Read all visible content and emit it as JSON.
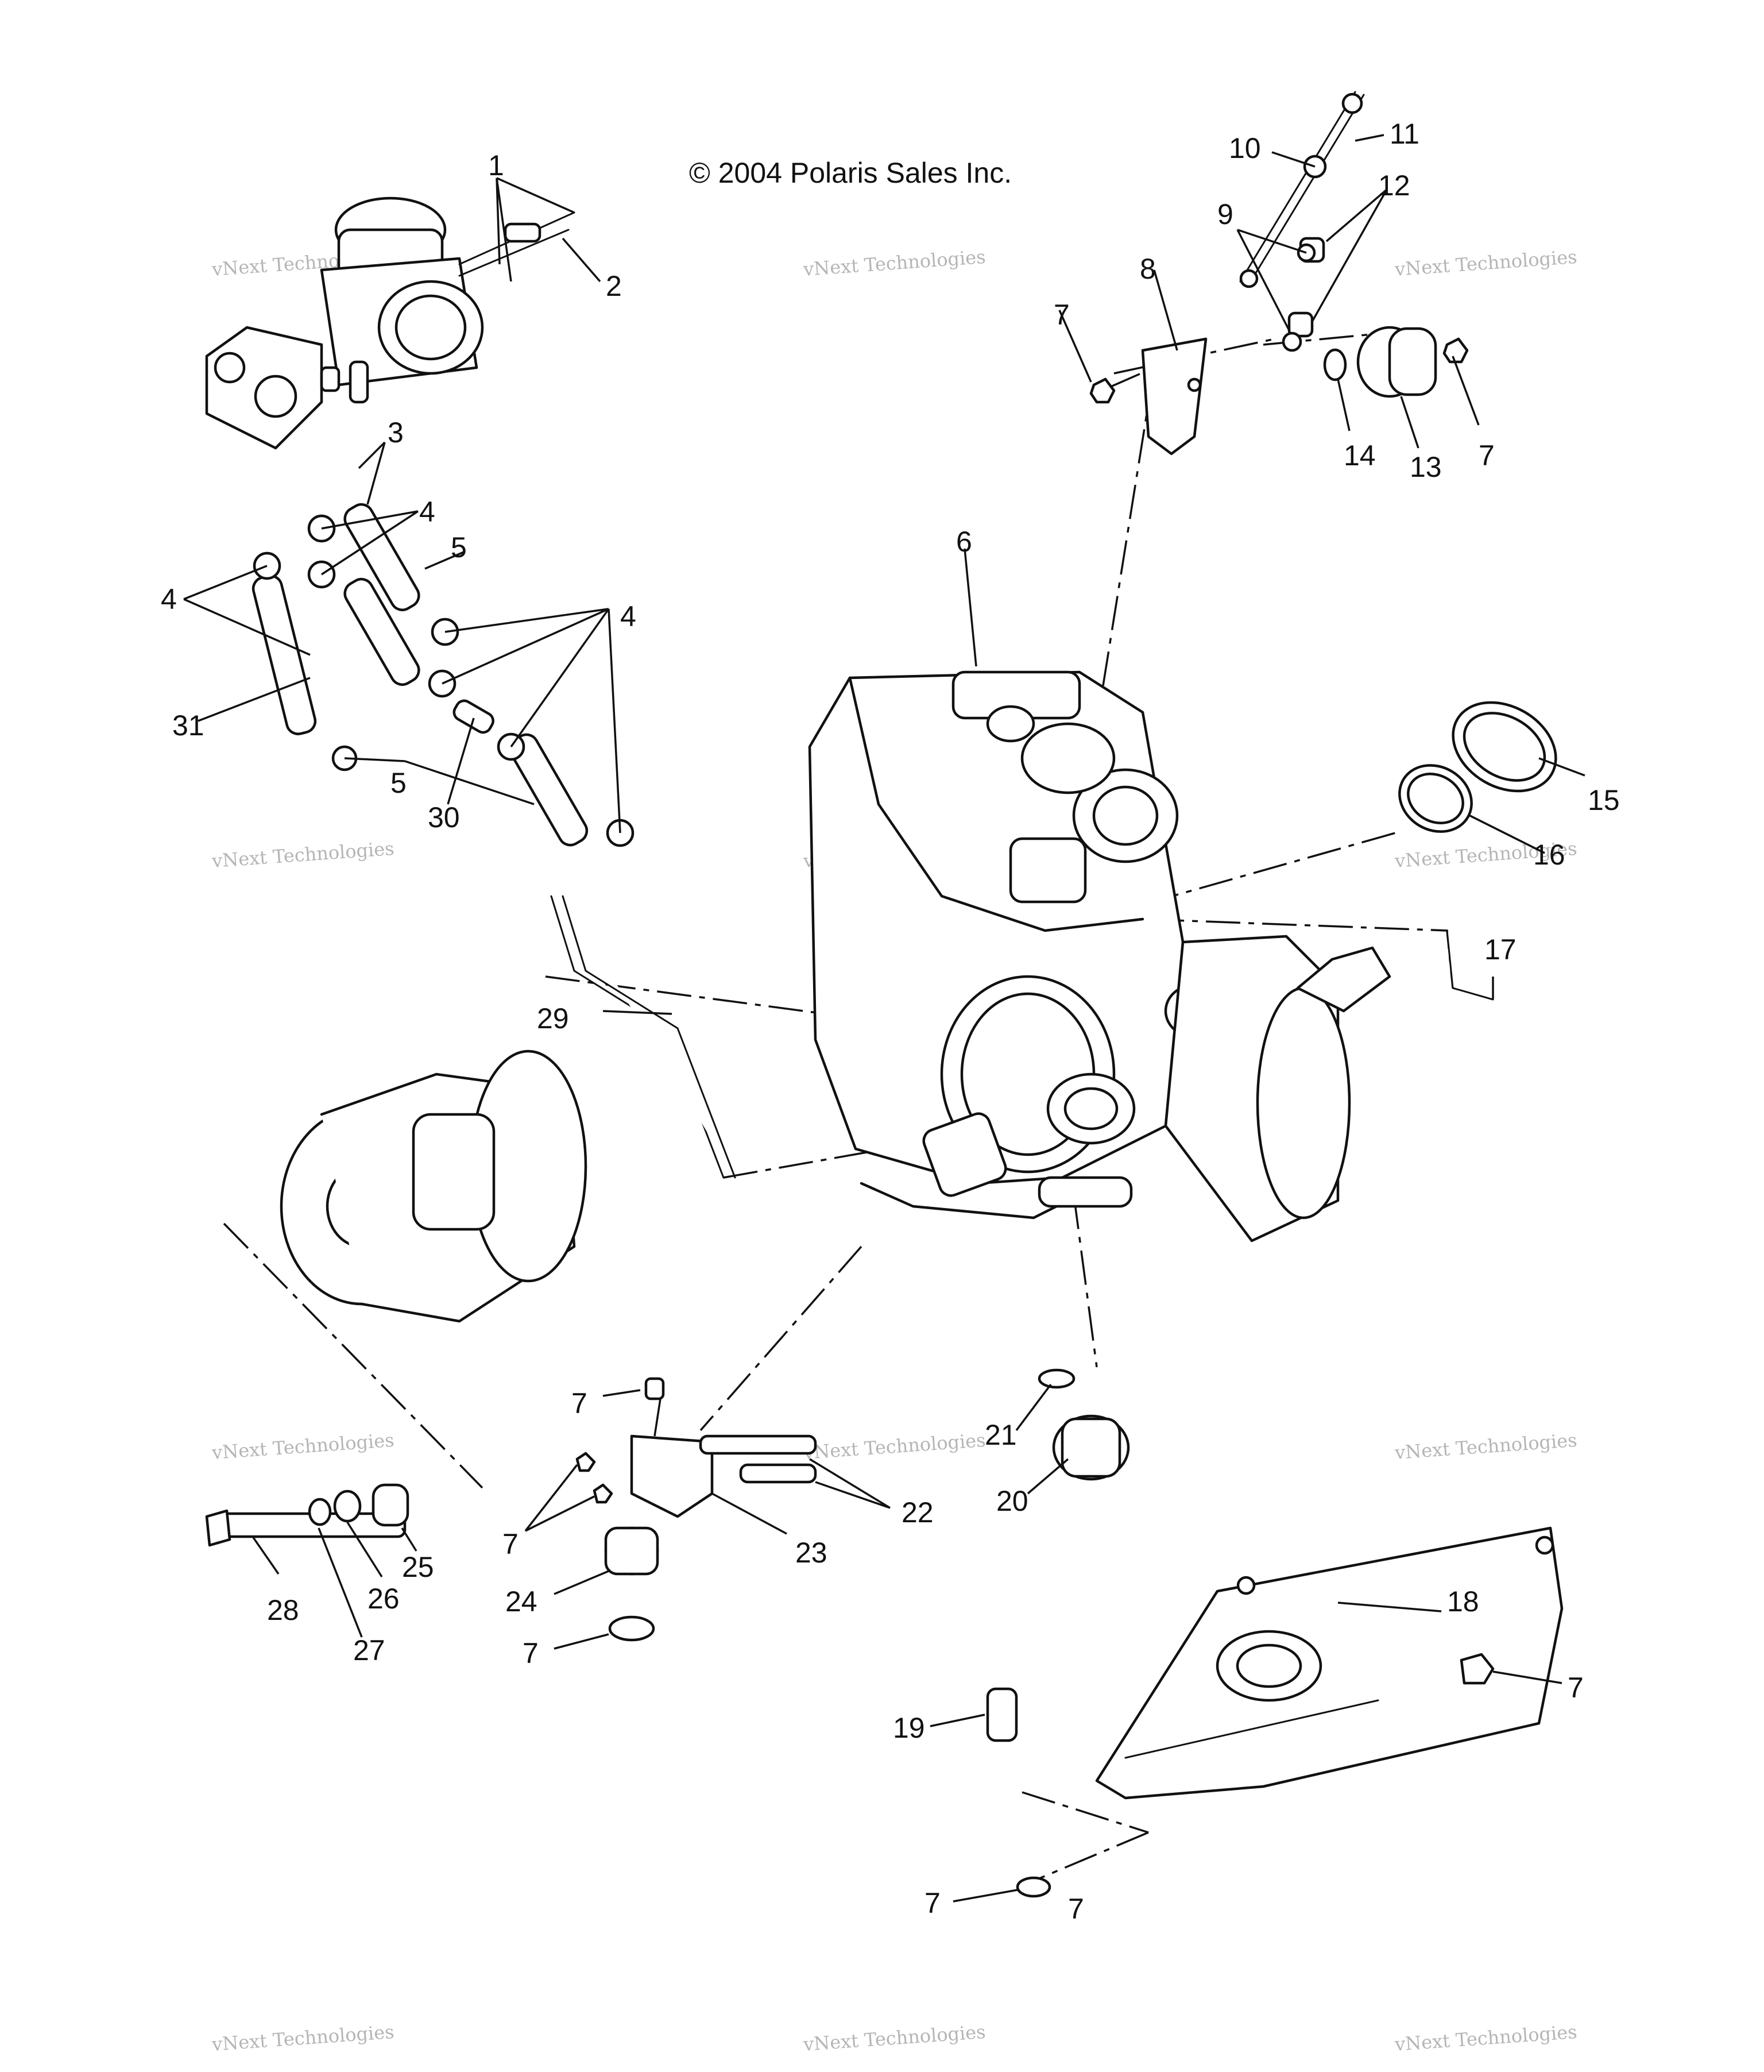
{
  "copyright": "© 2004 Polaris Sales Inc.",
  "watermark": {
    "line1": "vNext Technologies",
    "line2": "vNext\nTechnologies",
    "color": "#b5b5b5"
  },
  "callouts": [
    "1",
    "2",
    "3",
    "4",
    "4",
    "4",
    "5",
    "5",
    "6",
    "7",
    "7",
    "7",
    "7",
    "7",
    "7",
    "7",
    "7",
    "8",
    "9",
    "10",
    "11",
    "12",
    "13",
    "14",
    "15",
    "16",
    "17",
    "18",
    "19",
    "20",
    "21",
    "22",
    "23",
    "24",
    "25",
    "26",
    "27",
    "28",
    "29",
    "30",
    "31"
  ]
}
